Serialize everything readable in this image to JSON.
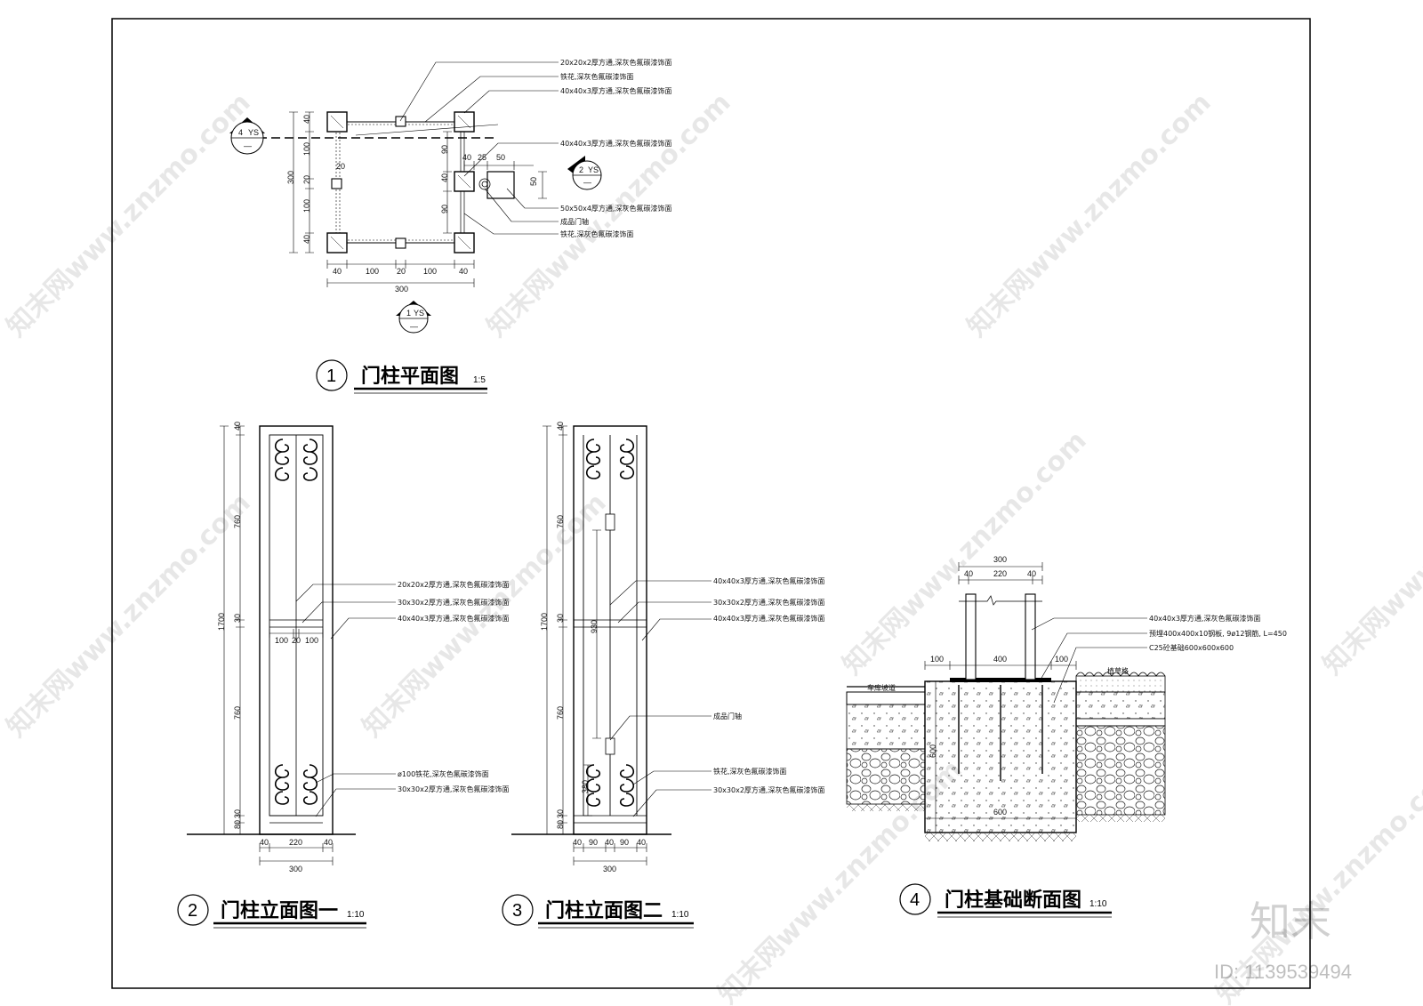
{
  "plan": {
    "title": "门柱平面图",
    "number": "1",
    "scale": "1:5",
    "notes": [
      "20x20x2厚方通,深灰色氟碳漆饰面",
      "铁花,深灰色氟碳漆饰面",
      "40x40x3厚方通,深灰色氟碳漆饰面",
      "40x40x3厚方通,深灰色氟碳漆饰面",
      "50x50x4厚方通,深灰色氟碳漆饰面",
      "成品门轴",
      "铁花,深灰色氟碳漆饰面"
    ],
    "dims_bottom": [
      "40",
      "100",
      "20",
      "100",
      "40"
    ],
    "dim_total_bottom": "300",
    "dims_left": [
      "40",
      "100",
      "20",
      "100",
      "40"
    ],
    "dim_total_left": "300",
    "dim_20_inner": "20",
    "dims_right": [
      "90",
      "40",
      "90"
    ],
    "dims_hinge": [
      "40",
      "25",
      "50"
    ],
    "dim_hinge_v": "50",
    "section_marks": [
      {
        "num": "4",
        "code": "YS"
      },
      {
        "num": "2",
        "code": "YS"
      },
      {
        "num": "1",
        "code": "YS"
      }
    ]
  },
  "elev1": {
    "title": "门柱立面图一",
    "number": "2",
    "scale": "1:10",
    "notes": [
      "20x20x2厚方通,深灰色氟碳漆饰面",
      "30x30x2厚方通,深灰色氟碳漆饰面",
      "40x40x3厚方通,深灰色氟碳漆饰面",
      "ø100铁花,深灰色氟碳漆饰面",
      "30x30x2厚方通,深灰色氟碳漆饰面"
    ],
    "dims_v": [
      "40",
      "760",
      "30",
      "760",
      "30",
      "80"
    ],
    "dim_total_v": "1700",
    "dims_inner": [
      "100",
      "20",
      "100"
    ],
    "dims_bottom": [
      "40",
      "220",
      "40"
    ],
    "dim_total_bottom": "300"
  },
  "elev2": {
    "title": "门柱立面图二",
    "number": "3",
    "scale": "1:10",
    "notes": [
      "40x40x3厚方通,深灰色氟碳漆饰面",
      "30x30x2厚方通,深灰色氟碳漆饰面",
      "40x40x3厚方通,深灰色氟碳漆饰面",
      "成品门轴",
      "铁花,深灰色氟碳漆饰面",
      "30x30x2厚方通,深灰色氟碳漆饰面"
    ],
    "dims_v": [
      "40",
      "760",
      "30",
      "760",
      "30",
      "80"
    ],
    "dim_total_v": "1700",
    "dim_930": "930",
    "dim_380": "380",
    "dims_bottom": [
      "40",
      "90",
      "40",
      "90",
      "40"
    ],
    "dim_total_bottom": "300"
  },
  "section": {
    "title": "门柱基础断面图",
    "number": "4",
    "scale": "1:10",
    "notes": [
      "40x40x3厚方通,深灰色氟碳漆饰面",
      "预埋400x400x10钢板, 9ø12钢筋, L=450",
      "C25砼基础600x600x600"
    ],
    "dims_top": [
      "40",
      "220",
      "40"
    ],
    "dim_total_top": "300",
    "dims_mid": [
      "100",
      "400",
      "100"
    ],
    "dim_height": "600",
    "dim_width": "600",
    "label_left": "车库坡道",
    "label_right": "植草格"
  },
  "watermark": {
    "text": "知末网www.znzmo.com",
    "logo": "知末",
    "id": "ID: 1139539494"
  }
}
